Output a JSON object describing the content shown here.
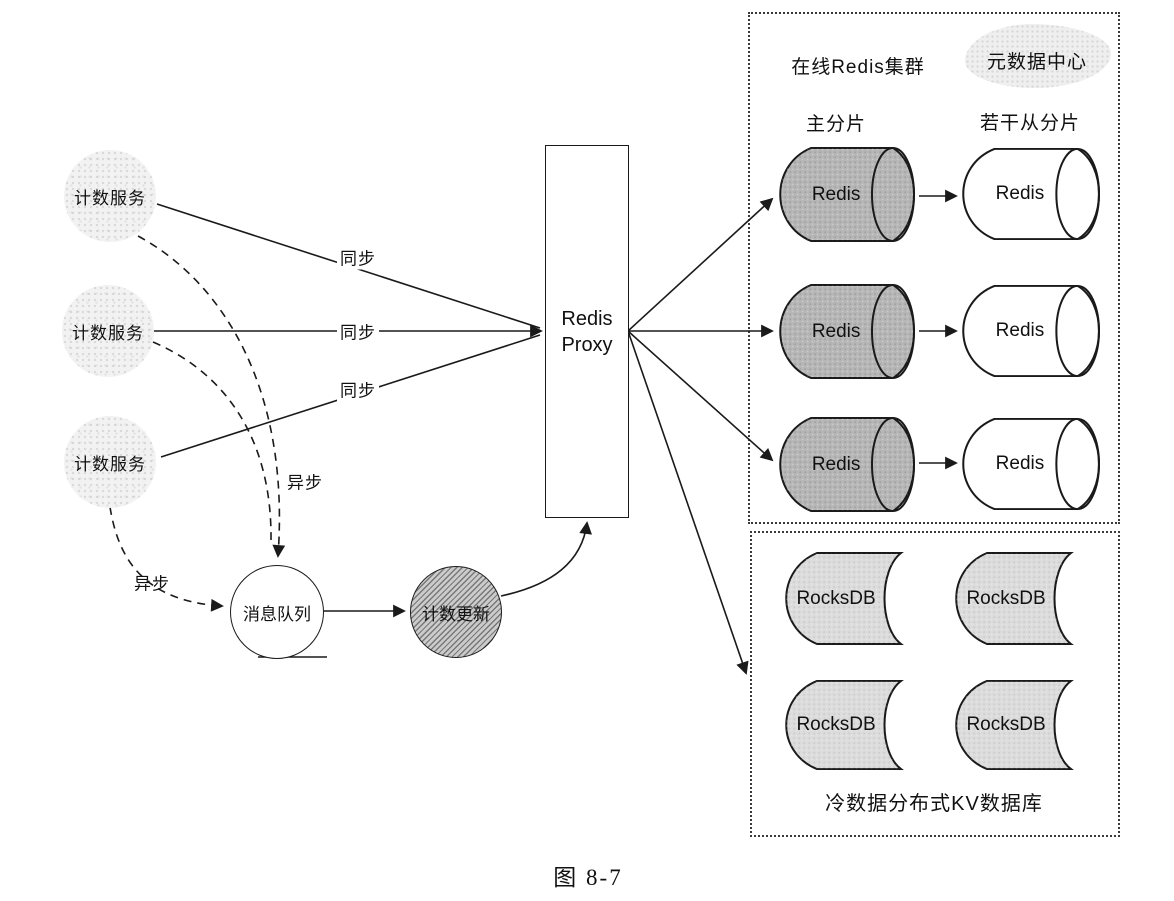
{
  "figure_caption": "图 8-7",
  "services": [
    {
      "label": "计数服务"
    },
    {
      "label": "计数服务"
    },
    {
      "label": "计数服务"
    }
  ],
  "proxy": {
    "line1": "Redis",
    "line2": "Proxy"
  },
  "message_queue": {
    "label": "消息队列"
  },
  "count_update": {
    "label": "计数更新"
  },
  "edge_labels": {
    "sync1": "同步",
    "sync2": "同步",
    "sync3": "同步",
    "async_mid": "异步",
    "async_low": "异步"
  },
  "redis_cluster": {
    "header_left": "在线Redis集群",
    "header_right": "元数据中心",
    "subheader_left": "主分片",
    "subheader_right": "若干从分片",
    "rows": [
      {
        "primary": "Redis",
        "replica": "Redis"
      },
      {
        "primary": "Redis",
        "replica": "Redis"
      },
      {
        "primary": "Redis",
        "replica": "Redis"
      }
    ]
  },
  "kv_store": {
    "caption": "冷数据分布式KV数据库",
    "nodes": [
      "RocksDB",
      "RocksDB",
      "RocksDB",
      "RocksDB"
    ]
  },
  "colors": {
    "line": "#1a1a1a",
    "primary_cylinder": "#b6b6b6",
    "replica_cylinder": "#ffffff",
    "rocksdb": "#dcdcdc"
  }
}
